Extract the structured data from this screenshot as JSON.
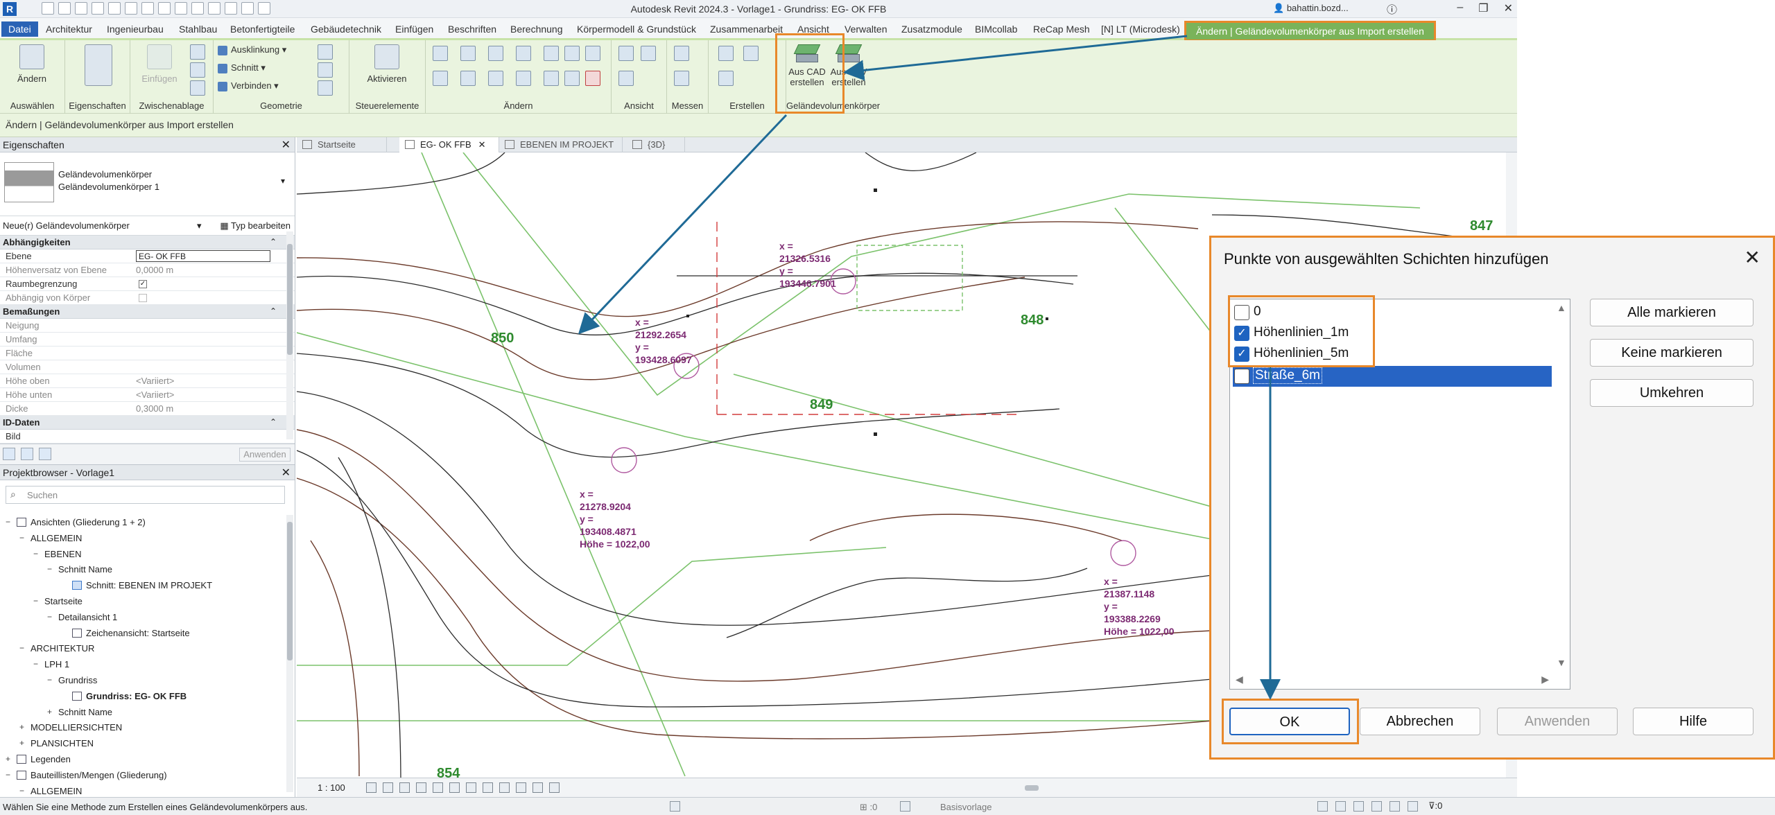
{
  "window": {
    "title": "Autodesk Revit 2024.3 - Vorlage1 - Grundriss: EG- OK FFB",
    "logo": "R",
    "user": "bahattin.bozd...",
    "icons": [
      "save-icon",
      "undo-icon",
      "redo-icon",
      "print-icon",
      "measure-icon",
      "text-icon",
      "minimize-icon",
      "restore-icon",
      "close-icon"
    ]
  },
  "menu": {
    "tabs": [
      "Datei",
      "Architektur",
      "Ingenieurbau",
      "Stahlbau",
      "Betonfertigteile",
      "Gebäudetechnik",
      "Einfügen",
      "Beschriften",
      "Berechnung",
      "Körpermodell & Grundstück",
      "Zusammenarbeit",
      "Ansicht",
      "Verwalten",
      "Zusatzmodule",
      "BIMcollab",
      "ReCap Mesh",
      "[N] LT (Microdesk)"
    ],
    "context_tab": "Ändern | Geländevolumenkörper aus Import erstellen"
  },
  "ribbon": {
    "groups": {
      "auswaehlen": "Auswählen",
      "eigenschaften": "Eigenschaften",
      "zwischenablage": "Zwischenablage",
      "geometrie": "Geometrie",
      "steuerelemente": "Steuerelemente",
      "aendern": "Ändern",
      "ansicht": "Ansicht",
      "messen": "Messen",
      "erstellen": "Erstellen",
      "gelaende": "Geländevolumenkörper"
    },
    "buttons": {
      "aendern": "Ändern",
      "einfuegen": "Einfügen",
      "ausklinkung": "Ausklinkung",
      "schnitt": "Schnitt",
      "verbinden": "Verbinden",
      "aktivieren": "Aktivieren",
      "aus_cad_1": "Aus CAD",
      "aus_cad_2": "erstellen",
      "aus_punkt_1": "Aus CSV",
      "aus_punkt_2": "erstellen"
    }
  },
  "context_bar": "Ändern | Geländevolumenkörper aus Import erstellen",
  "properties": {
    "header": "Eigenschaften",
    "type_line1": "Geländevolumenkörper",
    "type_line2": "Geländevolumenkörper 1",
    "instance_selector": "Neue(r) Geländevolumenkörper",
    "edit_type": "Typ bearbeiten",
    "categories": {
      "abhaengigkeiten": "Abhängigkeiten",
      "bemassungen": "Bemaßungen",
      "id_daten": "ID-Daten"
    },
    "rows": {
      "ebene": {
        "k": "Ebene",
        "v": "EG- OK FFB"
      },
      "hoehenversatz": {
        "k": "Höhenversatz von Ebene",
        "v": "0,0000 m"
      },
      "raumbegrenzung": {
        "k": "Raumbegrenzung"
      },
      "abhaengig": {
        "k": "Abhängig von Körper"
      },
      "neigung": {
        "k": "Neigung"
      },
      "umfang": {
        "k": "Umfang"
      },
      "flaeche": {
        "k": "Fläche"
      },
      "volumen": {
        "k": "Volumen"
      },
      "hoehe_oben": {
        "k": "Höhe oben",
        "v": "<Variiert>"
      },
      "hoehe_unten": {
        "k": "Höhe unten",
        "v": "<Variiert>"
      },
      "dicke": {
        "k": "Dicke",
        "v": "0,3000 m"
      },
      "bild": {
        "k": "Bild"
      }
    },
    "apply": "Anwenden"
  },
  "browser": {
    "header": "Projektbrowser - Vorlage1",
    "search_placeholder": "Suchen",
    "nodes": [
      {
        "t": "Ansichten (Gliederung 1 + 2)",
        "d": 0,
        "tog": "−",
        "icon": true
      },
      {
        "t": "ALLGEMEIN",
        "d": 1,
        "tog": "−"
      },
      {
        "t": "EBENEN",
        "d": 2,
        "tog": "−"
      },
      {
        "t": "Schnitt Name",
        "d": 3,
        "tog": "−"
      },
      {
        "t": "Schnitt: EBENEN IM PROJEKT",
        "d": 4,
        "tog": "",
        "icon": true,
        "sec": true
      },
      {
        "t": "Startseite",
        "d": 2,
        "tog": "−"
      },
      {
        "t": "Detailansicht 1",
        "d": 3,
        "tog": "−"
      },
      {
        "t": "Zeichenansicht: Startseite",
        "d": 4,
        "tog": "",
        "icon": true
      },
      {
        "t": "ARCHITEKTUR",
        "d": 1,
        "tog": "−"
      },
      {
        "t": "LPH 1",
        "d": 2,
        "tog": "−"
      },
      {
        "t": "Grundriss",
        "d": 3,
        "tog": "−"
      },
      {
        "t": "Grundriss: EG- OK FFB",
        "d": 4,
        "tog": "",
        "icon": true,
        "bold": true
      },
      {
        "t": "Schnitt Name",
        "d": 3,
        "tog": "+"
      },
      {
        "t": "MODELLIERSICHTEN",
        "d": 1,
        "tog": "+"
      },
      {
        "t": "PLANSICHTEN",
        "d": 1,
        "tog": "+"
      },
      {
        "t": "Legenden",
        "d": 0,
        "tog": "+",
        "icon": true
      },
      {
        "t": "Bauteillisten/Mengen (Gliederung)",
        "d": 0,
        "tog": "−",
        "icon": true
      },
      {
        "t": "ALLGEMEIN",
        "d": 1,
        "tog": "−"
      }
    ]
  },
  "view_tabs": [
    "Startseite",
    "EG- OK FFB",
    "EBENEN IM PROJEKT",
    "{3D}"
  ],
  "canvas": {
    "labels_green": [
      "847",
      "848",
      "849",
      "850",
      "854"
    ],
    "points": [
      {
        "x": "x =",
        "xv": "21326.5316",
        "y": "y =",
        "yv": "193446.7901"
      },
      {
        "x": "x =",
        "xv": "21292.2654",
        "y": "y =",
        "yv": "193428.6097"
      },
      {
        "x": "x =",
        "xv": "21278.9204",
        "y": "y =",
        "yv": "193408.4871",
        "h": "Höhe = 1022,00"
      },
      {
        "x": "x =",
        "xv": "21387.1148",
        "y": "y =",
        "yv": "193388.2269",
        "h": "Höhe = 1022,00"
      }
    ]
  },
  "view_bar": {
    "scale": "1 : 100"
  },
  "status": {
    "message": "Wählen Sie eine Methode zum Erstellen eines Geländevolumenkörpers aus.",
    "sel_count": ":0",
    "basisvorlage": "Basisvorlage",
    "filter_count": ":0"
  },
  "dialog": {
    "title": "Punkte von ausgewählten Schichten hinzufügen",
    "layers": [
      {
        "name": "0",
        "checked": false,
        "selected": false
      },
      {
        "name": "Höhenlinien_1m",
        "checked": true,
        "selected": false
      },
      {
        "name": "Höhenlinien_5m",
        "checked": true,
        "selected": false
      },
      {
        "name": "Straße_6m",
        "checked": false,
        "selected": true
      }
    ],
    "buttons": {
      "alle": "Alle markieren",
      "keine": "Keine markieren",
      "umkehren": "Umkehren",
      "ok": "OK",
      "abbrechen": "Abbrechen",
      "anwenden": "Anwenden",
      "hilfe": "Hilfe"
    }
  },
  "colors": {
    "highlight": "#e8882a",
    "arrow": "#1f6a96",
    "contour_brown": "#6b3a2a",
    "contour_black": "#2b2b2b",
    "green_line": "#7bc26b",
    "label_green": "#2e8a2e",
    "label_purple": "#7c2a72"
  }
}
